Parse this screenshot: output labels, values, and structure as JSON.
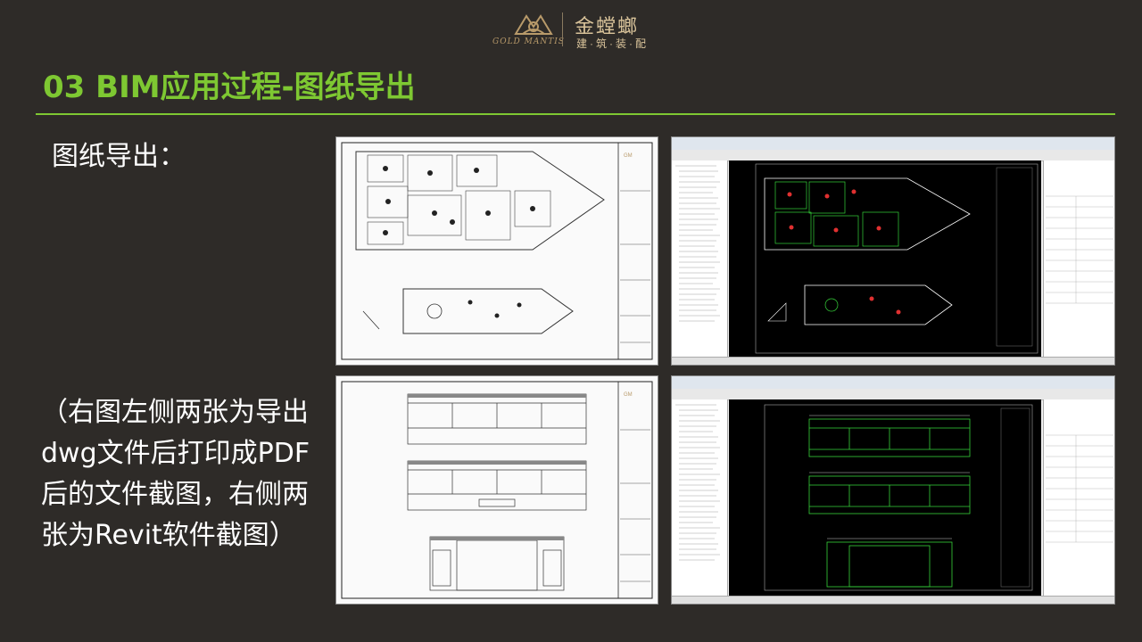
{
  "logo": {
    "brand_en": "GOLD MANTIS",
    "brand_cn": "金螳螂",
    "brand_sub": "建·筑·装·配"
  },
  "slide": {
    "title": "03 BIM应用过程-图纸导出",
    "subhead": "图纸导出：",
    "desc_lines": [
      "（右图左侧两张为导出",
      "dwg文件后打印成PDF",
      "后的文件截图，右侧两",
      "张为Revit软件截图）"
    ]
  },
  "screenshots": {
    "revit_title_1": "Autodesk Revit 2016 - ... - 图纸: A011 - 总平面布置",
    "revit_title_2": "Autodesk Revit 2016 - ... - 图纸: A033 - 水平面立面图"
  },
  "colors": {
    "accent": "#7ec832",
    "background": "#2e2b28",
    "logo_gold": "#d9c39a"
  }
}
